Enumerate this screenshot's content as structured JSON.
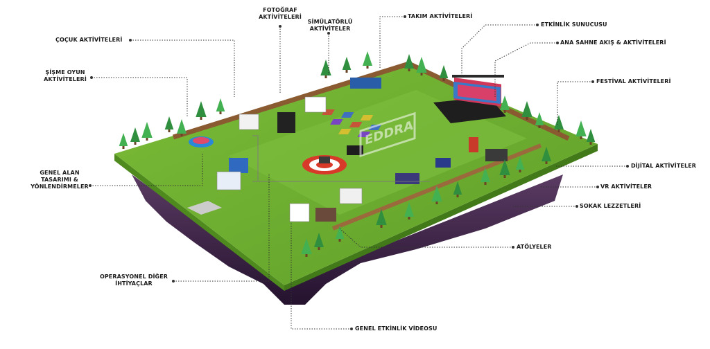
{
  "labels": {
    "cocuk": "ÇOÇUK AKTİVİTELERİ",
    "sisme_1": "ŞİŞME OYUN",
    "sisme_2": "AKTİVİTELERİ",
    "genel_alan_1": "GENEL ALAN",
    "genel_alan_2": "TASARIMI &",
    "genel_alan_3": "YÖNLENDİRMELER",
    "operasyonel_1": "OPERASYONEL DİĞER",
    "operasyonel_2": "İHTİYAÇLAR",
    "fotograf_1": "FOTOĞRAF",
    "fotograf_2": "AKTİVİTELERİ",
    "simulator_1": "SİMÜLATÖRLÜ",
    "simulator_2": "AKTİVİTELER",
    "takim": "TAKIM AKTİVİTELERİ",
    "etkinlik_sunucusu": "ETKİNLİK SUNUCUSU",
    "ana_sahne": "ANA SAHNE AKIŞ & AKTİVİTELERİ",
    "festival": "FESTİVAL AKTİVİTELERİ",
    "dijital": "DİJİTAL AKTİVİTELER",
    "vr": "VR AKTİVİTELER",
    "sokak": "SOKAK LEZZETLERİ",
    "atolyeler": "ATÖLYELER",
    "genel_video": "GENEL ETKİNLİK VİDEOSU"
  },
  "watermark": "EDDRA",
  "colors": {
    "grass": "#6aab2e",
    "grass_side": "#4f8a1f",
    "soil": "#4a2f55",
    "soil_dark": "#2e1a38",
    "fence": "#8a5a30",
    "tree": "#2f8f3e",
    "tree_light": "#43b052",
    "leader": "#333333"
  }
}
